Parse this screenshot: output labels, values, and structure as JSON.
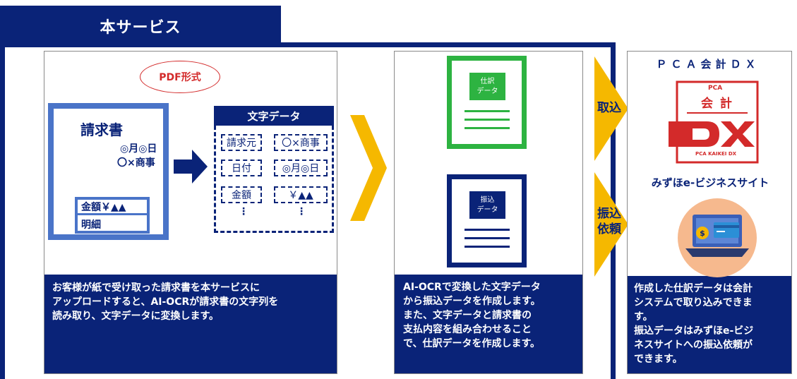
{
  "header": {
    "title": "本サービス"
  },
  "input_card": {
    "format_label": "PDF形式",
    "invoice": {
      "title": "請求書",
      "date": "◎月◎日",
      "company": "〇×商事",
      "amount": "金額￥▲▲",
      "detail": "明細"
    },
    "text_data": {
      "header": "文字データ",
      "fields": [
        [
          "請求元",
          "〇×商事"
        ],
        [
          "日付",
          "◎月◎日"
        ],
        [
          "金額",
          "￥▲▲"
        ]
      ],
      "ellipsis": "⋮"
    },
    "description": "お客様が紙で受け取った請求書を本サービスに\nアップロードすると、AI-OCRが請求書の文字列を\n読み取り、文字データに変換します。"
  },
  "output_card": {
    "journal_doc_label": [
      "仕訳",
      "データ"
    ],
    "transfer_doc_label": [
      "振込",
      "データ"
    ],
    "description": "AI-OCRで変換した文字データ\nから振込データを作成します。\nまた、文字データと請求書の\n支払内容を組み合わせること\nで、仕訳データを作成します。"
  },
  "arrows": {
    "import_label": "取込",
    "transfer_label": [
      "振込",
      "依頼"
    ]
  },
  "systems_card": {
    "pca_title": "ＰＣＡ会計ＤＸ",
    "pca_logo": {
      "top": "PCA",
      "main": "会 計",
      "dx": "DX",
      "bottom": "PCA KAIKEI DX"
    },
    "mizuho_title": "みずほe-ビジネスサイト",
    "mizuho_icon": "laptop-card-icon",
    "description": "作成した仕訳データは会計\nシステムで取り込みできま\nす。\n振込データはみずほe-ビジ\nネスサイトへの振込依頼が\nできます。"
  },
  "colors": {
    "navy": "#0a2378",
    "blue": "#4a74c8",
    "green": "#2db341",
    "yellow": "#f5b800",
    "red": "#d32a2a"
  }
}
